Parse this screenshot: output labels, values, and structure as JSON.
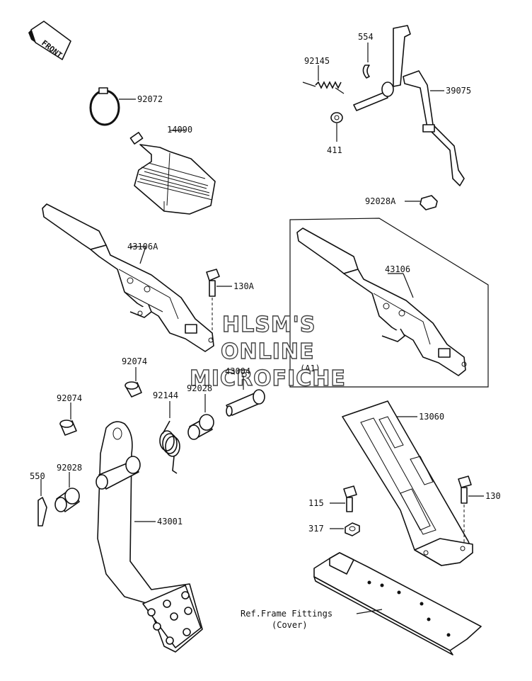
{
  "front_badge": "FRONT",
  "watermark": [
    "HLSM'S",
    "ONLINE",
    "MICROFICHE"
  ],
  "inset_ref": "(A1)",
  "labels": {
    "p554": "554",
    "p92145": "92145",
    "p39075": "39075",
    "p92072": "92072",
    "p411": "411",
    "p14090": "14090",
    "p92028A": "92028A",
    "p43106A": "43106A",
    "p43106": "43106",
    "p130A": "130A",
    "p92074a": "92074",
    "p43004": "43004",
    "p92028a": "92028",
    "p92144": "92144",
    "p92074b": "92074",
    "p13060": "13060",
    "p92028b": "92028",
    "p550": "550",
    "p115": "115",
    "p130": "130",
    "p317": "317",
    "p43001": "43001",
    "ref1": "Ref.Frame Fittings",
    "ref2": "(Cover)"
  }
}
